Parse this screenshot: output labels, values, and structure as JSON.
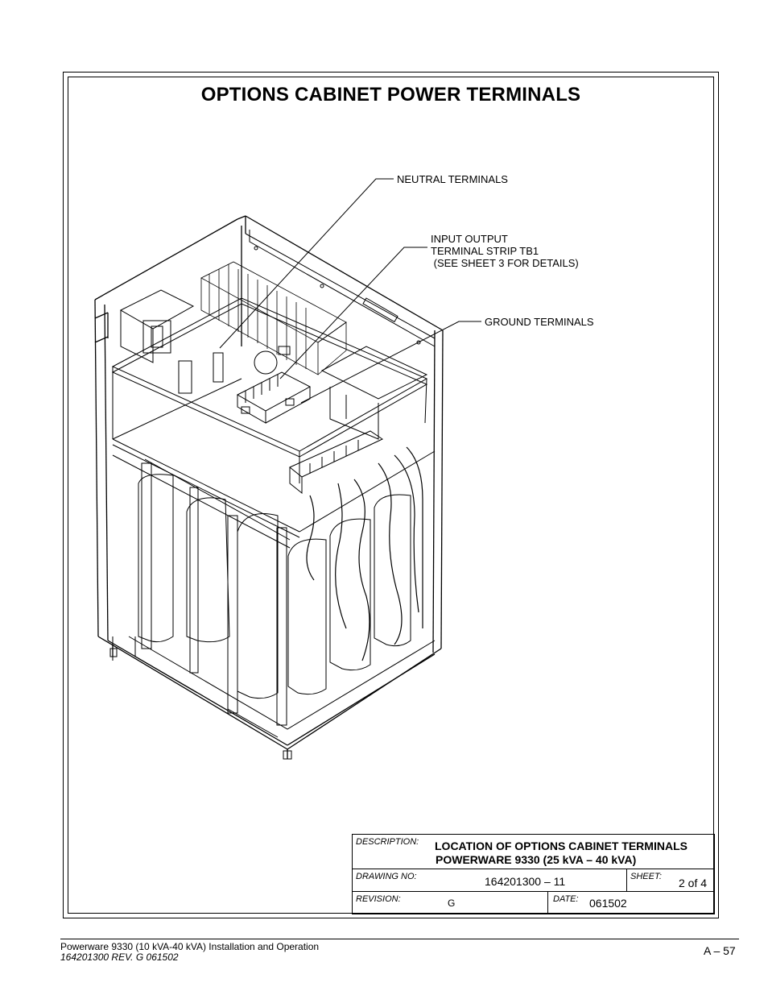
{
  "title": "OPTIONS CABINET POWER TERMINALS",
  "callouts": {
    "neutral": "NEUTRAL TERMINALS",
    "input_output": "INPUT OUTPUT\nTERMINAL STRIP TB1\n (SEE SHEET 3 FOR DETAILS)",
    "ground": "GROUND TERMINALS"
  },
  "title_block": {
    "description_label": "DESCRIPTION:",
    "description_line1": "LOCATION OF OPTIONS CABINET TERMINALS",
    "description_line2": "POWERWARE 9330 (25 kVA – 40 kVA)",
    "drawing_no_label": "DRAWING NO:",
    "drawing_no": "164201300 – 11",
    "sheet_label": "SHEET:",
    "sheet": "2 of 4",
    "revision_label": "REVISION:",
    "revision": "G",
    "date_label": "DATE:",
    "date": "061502"
  },
  "footer": {
    "line1": "Powerware 9330 (10 kVA-40 kVA) Installation and Operation",
    "line2": "164201300 REV. G  061502",
    "page": "A – 57"
  }
}
